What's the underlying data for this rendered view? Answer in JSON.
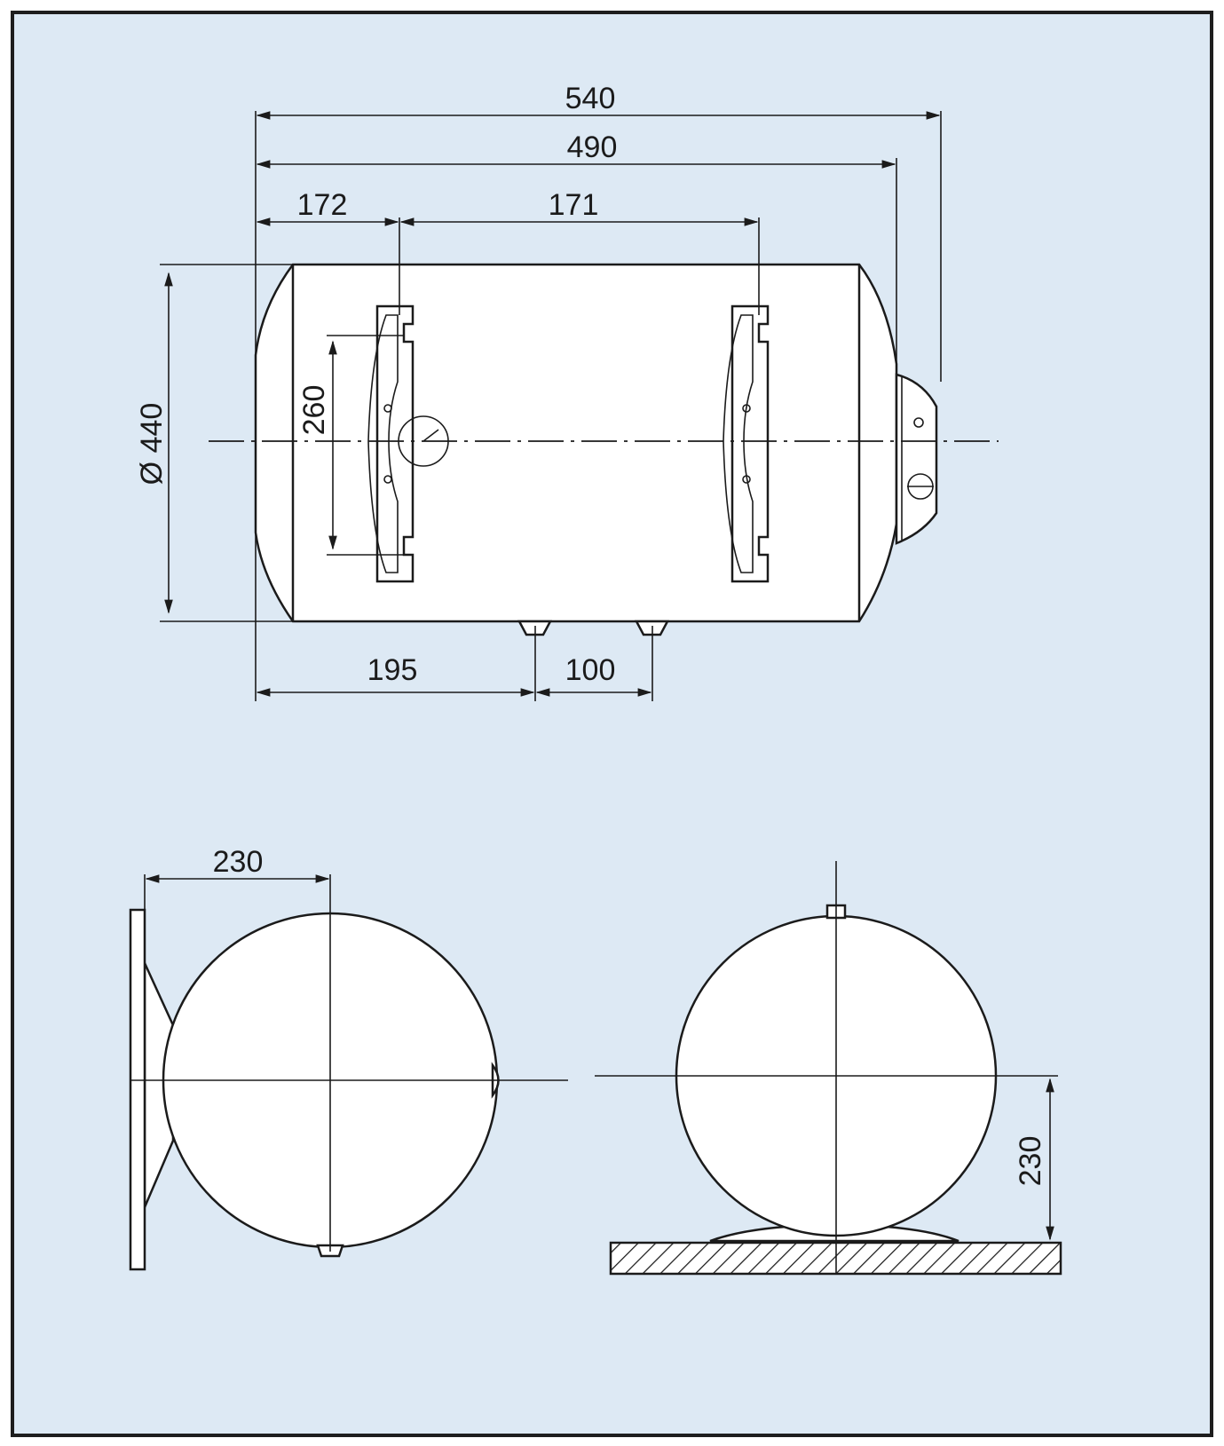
{
  "drawing": {
    "side_view": {
      "overall_length": "540",
      "mount_length": "490",
      "bracket_offset": "172",
      "bracket_spacing": "171",
      "diameter": "Ø 440",
      "bracket_height": "260",
      "pipe_offset": "195",
      "pipe_spacing": "100"
    },
    "end_view_wall": {
      "wall_offset": "230"
    },
    "end_view_floor": {
      "axis_height": "230"
    }
  },
  "colors": {
    "background": "#dde9f4",
    "frame": "#1e1e1e",
    "line": "#1b1b1b"
  }
}
